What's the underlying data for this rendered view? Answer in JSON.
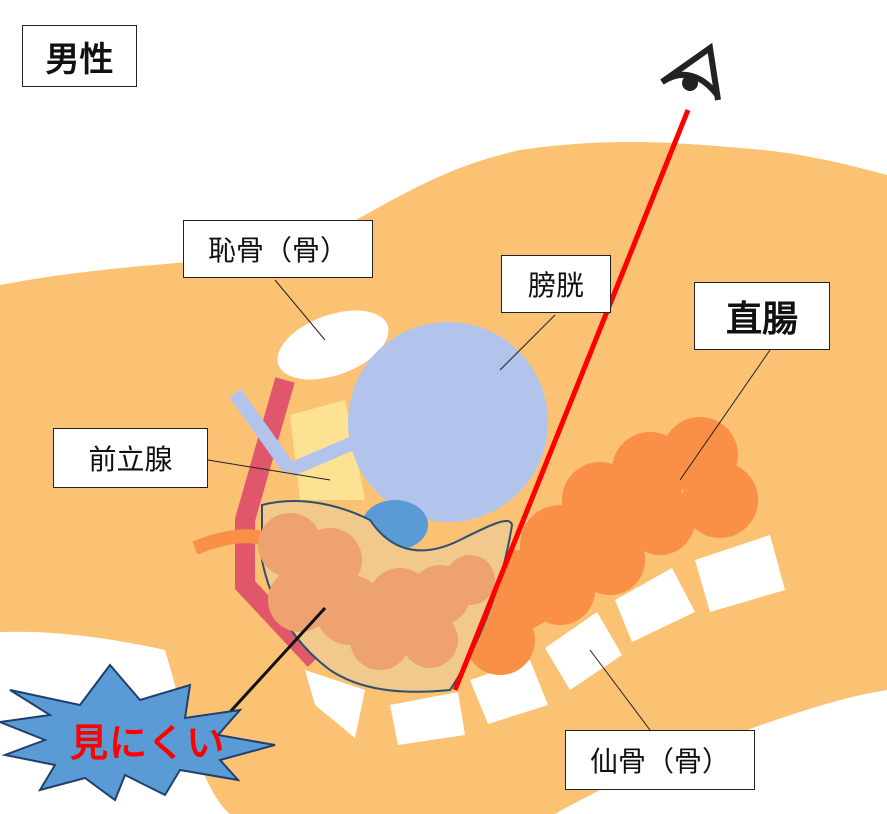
{
  "title": "男性",
  "labels": {
    "pubis": "恥骨（骨）",
    "bladder": "膀胱",
    "rectum": "直腸",
    "prostate": "前立腺",
    "sacrum": "仙骨（骨）",
    "hard_to_see": "見にくい"
  },
  "icons": {
    "viewer": "eye-icon"
  },
  "colors": {
    "body": "#FBC274",
    "bladder": "#B2C4EB",
    "rectum": "#FA8F48",
    "sight_line": "#FF0000",
    "urethra": "#E0566A",
    "burst": "#5B9BD5"
  }
}
